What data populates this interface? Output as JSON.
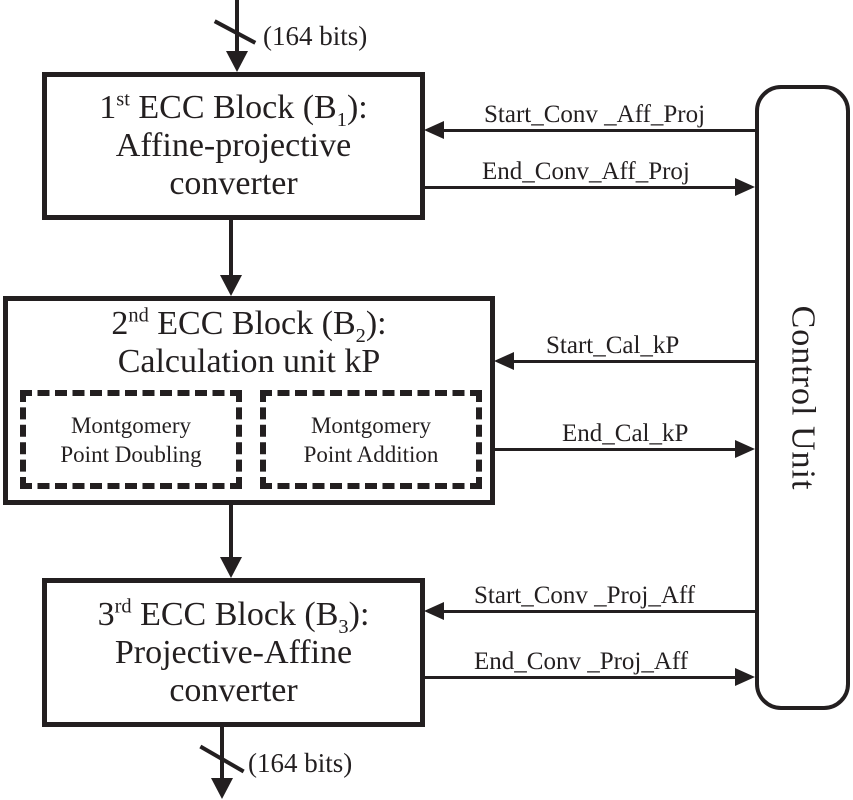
{
  "bus": {
    "top_label": "(164 bits)",
    "bottom_label": "(164 bits)"
  },
  "blocks": [
    {
      "ord_num": "1",
      "ord_suffix": "st",
      "title_mid": " ECC Block (B",
      "title_sub": "1",
      "title_tail": "):",
      "lines": [
        "Affine-projective",
        "converter"
      ]
    },
    {
      "ord_num": "2",
      "ord_suffix": "nd",
      "title_mid": " ECC Block (B",
      "title_sub": "2",
      "title_tail": "):",
      "lines": [
        "Calculation unit kP"
      ],
      "sub_blocks": [
        {
          "lines": [
            "Montgomery",
            "Point Doubling"
          ]
        },
        {
          "lines": [
            "Montgomery",
            "Point Addition"
          ]
        }
      ]
    },
    {
      "ord_num": "3",
      "ord_suffix": "rd",
      "title_mid": " ECC Block (B",
      "title_sub": "3",
      "title_tail": "):",
      "lines": [
        "Projective-Affine",
        "converter"
      ]
    }
  ],
  "control_unit": {
    "label": "Control Unit"
  },
  "signals": [
    {
      "label": "Start_Conv _Aff_Proj"
    },
    {
      "label": "End_Conv_Aff_Proj"
    },
    {
      "label": "Start_Cal_kP"
    },
    {
      "label": "End_Cal_kP"
    },
    {
      "label": "Start_Conv _Proj_Aff"
    },
    {
      "label": "End_Conv _Proj_Aff"
    }
  ],
  "colors": {
    "ink": "#231f20",
    "background": "#ffffff"
  }
}
